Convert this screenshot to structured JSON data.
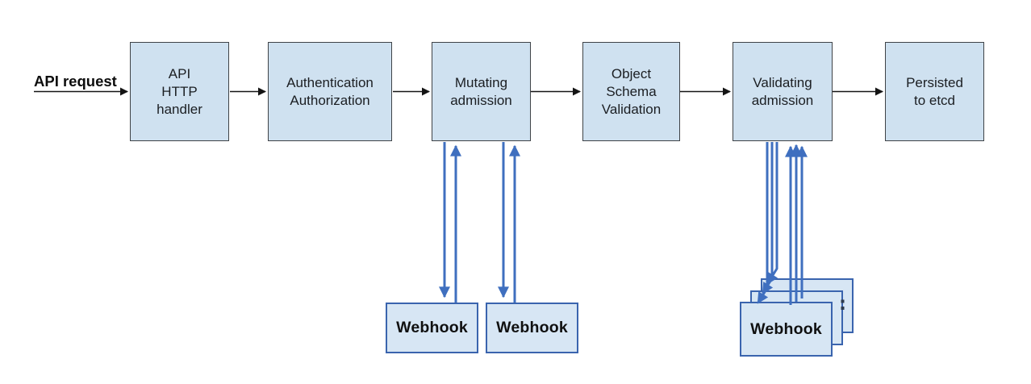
{
  "diagram": {
    "request_label": "API request",
    "flow_boxes": [
      {
        "id": "api-http-handler",
        "label": "API\nHTTP\nhandler"
      },
      {
        "id": "authentication-authorization",
        "label": "Authentication\nAuthorization"
      },
      {
        "id": "mutating-admission",
        "label": "Mutating\nadmission"
      },
      {
        "id": "object-schema-validation",
        "label": "Object\nSchema\nValidation"
      },
      {
        "id": "validating-admission",
        "label": "Validating\nadmission"
      },
      {
        "id": "persisted-to-etcd",
        "label": "Persisted\nto etcd"
      }
    ],
    "mutating_webhooks": [
      {
        "label": "Webhook"
      },
      {
        "label": "Webhook"
      }
    ],
    "validating_webhook": {
      "label": "Webhook",
      "stacked_copies": 3
    }
  },
  "colors": {
    "background": "#ffffff",
    "flow_box_fill": "#cfe1f0",
    "flow_box_border": "#3f4347",
    "flow_arrow": "#141414",
    "webhook_box_fill": "#d7e6f4",
    "webhook_box_border": "#3a64ae",
    "webhook_arrow": "#3f6fbf",
    "text": "#1b1e22"
  }
}
